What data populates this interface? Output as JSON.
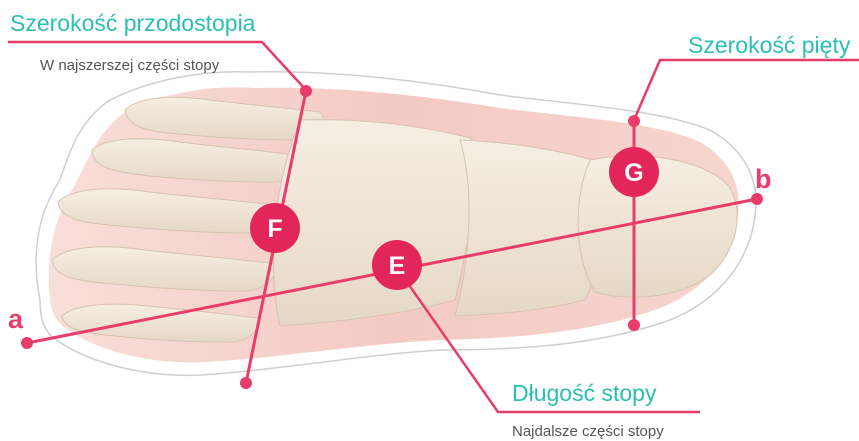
{
  "labels": {
    "forefoot_width": {
      "title": "Szerokość przodostopia",
      "subtitle": "W najszerszej części stopy"
    },
    "heel_width": {
      "title": "Szerokość pięty"
    },
    "foot_length": {
      "title": "Długość stopy",
      "subtitle": "Najdalsze części stopy"
    }
  },
  "markers": {
    "E": "E",
    "F": "F",
    "G": "G"
  },
  "endpoints": {
    "a": "a",
    "b": "b"
  },
  "colors": {
    "accent_line": "#e83c6b",
    "marker_fill": "#e3265a",
    "title_text": "#2bbfb3",
    "subtitle_text": "#555555",
    "foot_silhouette": "#f4c7c0",
    "bones": "#efe5d7"
  }
}
